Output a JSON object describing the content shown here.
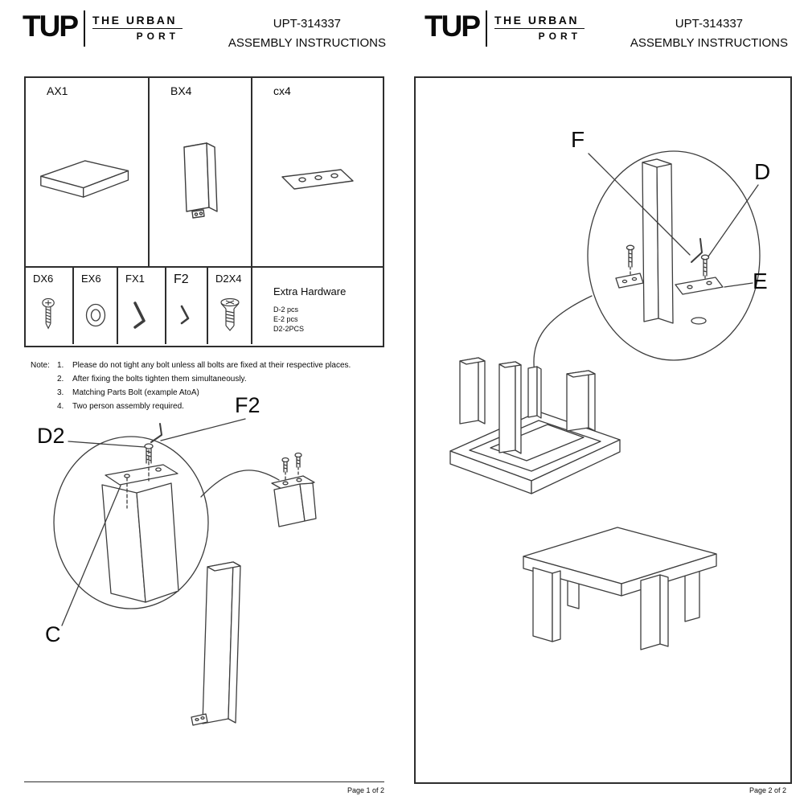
{
  "header": {
    "logo": "TUP",
    "brand_top": "THE URBAN",
    "brand_bottom": "PORT",
    "product_code": "UPT-314337",
    "title": "ASSEMBLY INSTRUCTIONS"
  },
  "page1": {
    "parts": {
      "row1": [
        {
          "label": "AX1",
          "icon": "tabletop-panel-icon"
        },
        {
          "label": "BX4",
          "icon": "leg-panel-icon"
        },
        {
          "label": "cx4",
          "icon": "connector-plate-icon"
        }
      ],
      "row2": [
        {
          "label": "DX6",
          "icon": "screw-icon"
        },
        {
          "label": "EX6",
          "icon": "washer-icon"
        },
        {
          "label": "FX1",
          "icon": "allen-key-icon"
        },
        {
          "label": "F2",
          "icon": "allen-key-small-icon"
        },
        {
          "label": "D2X4",
          "icon": "bolt-icon"
        }
      ],
      "extra": {
        "title": "Extra Hardware",
        "lines": [
          "D-2 pcs",
          "E-2 pcs",
          "D2-2PCS"
        ]
      }
    },
    "notes": {
      "label": "Note:",
      "items": [
        {
          "num": "1.",
          "text": "Please do not tight any bolt unless all bolts are fixed at their respective places."
        },
        {
          "num": "2.",
          "text": "After fixing the bolts tighten them simultaneously."
        },
        {
          "num": "3.",
          "text": "Matching Parts Bolt (example AtoA)"
        },
        {
          "num": "4.",
          "text": "Two person assembly required."
        }
      ]
    },
    "labels": {
      "f2": "F2",
      "d2": "D2",
      "c": "C"
    },
    "footer": "Page 1 of 2"
  },
  "page2": {
    "labels": {
      "f": "F",
      "d": "D",
      "e": "E"
    },
    "footer": "Page 2 of 2"
  }
}
